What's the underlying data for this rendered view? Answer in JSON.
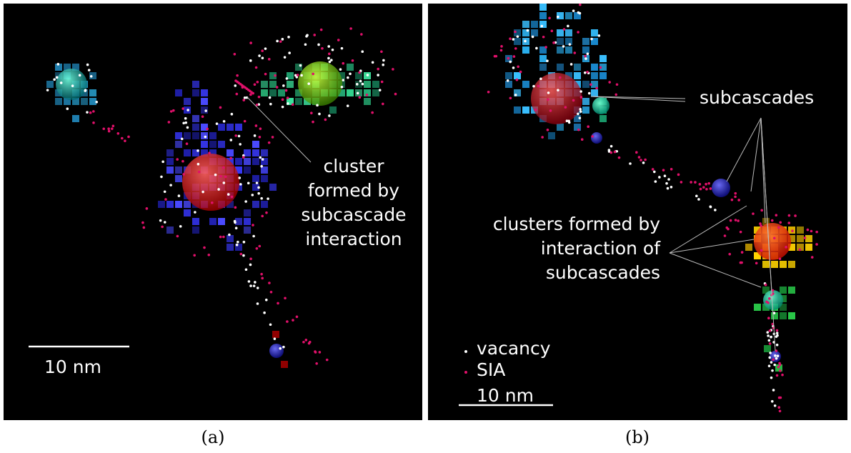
{
  "panels": {
    "a": {
      "sublabel": "(a)",
      "annotation": [
        "cluster",
        "formed by",
        "subcascade",
        "interaction"
      ],
      "scale_bar": "10 nm"
    },
    "b": {
      "sublabel": "(b)",
      "annotation_subcascades": "subcascades",
      "annotation_clusters": [
        "clusters formed by",
        "interaction of",
        "subcascades"
      ],
      "scale_bar": "10 nm",
      "legend": {
        "vacancy": "vacancy",
        "sia": "SIA"
      }
    }
  },
  "colors": {
    "background": "#000000",
    "vacancy": "#ffffff",
    "sia": "#e0106a",
    "annotation": "#ffffff"
  }
}
